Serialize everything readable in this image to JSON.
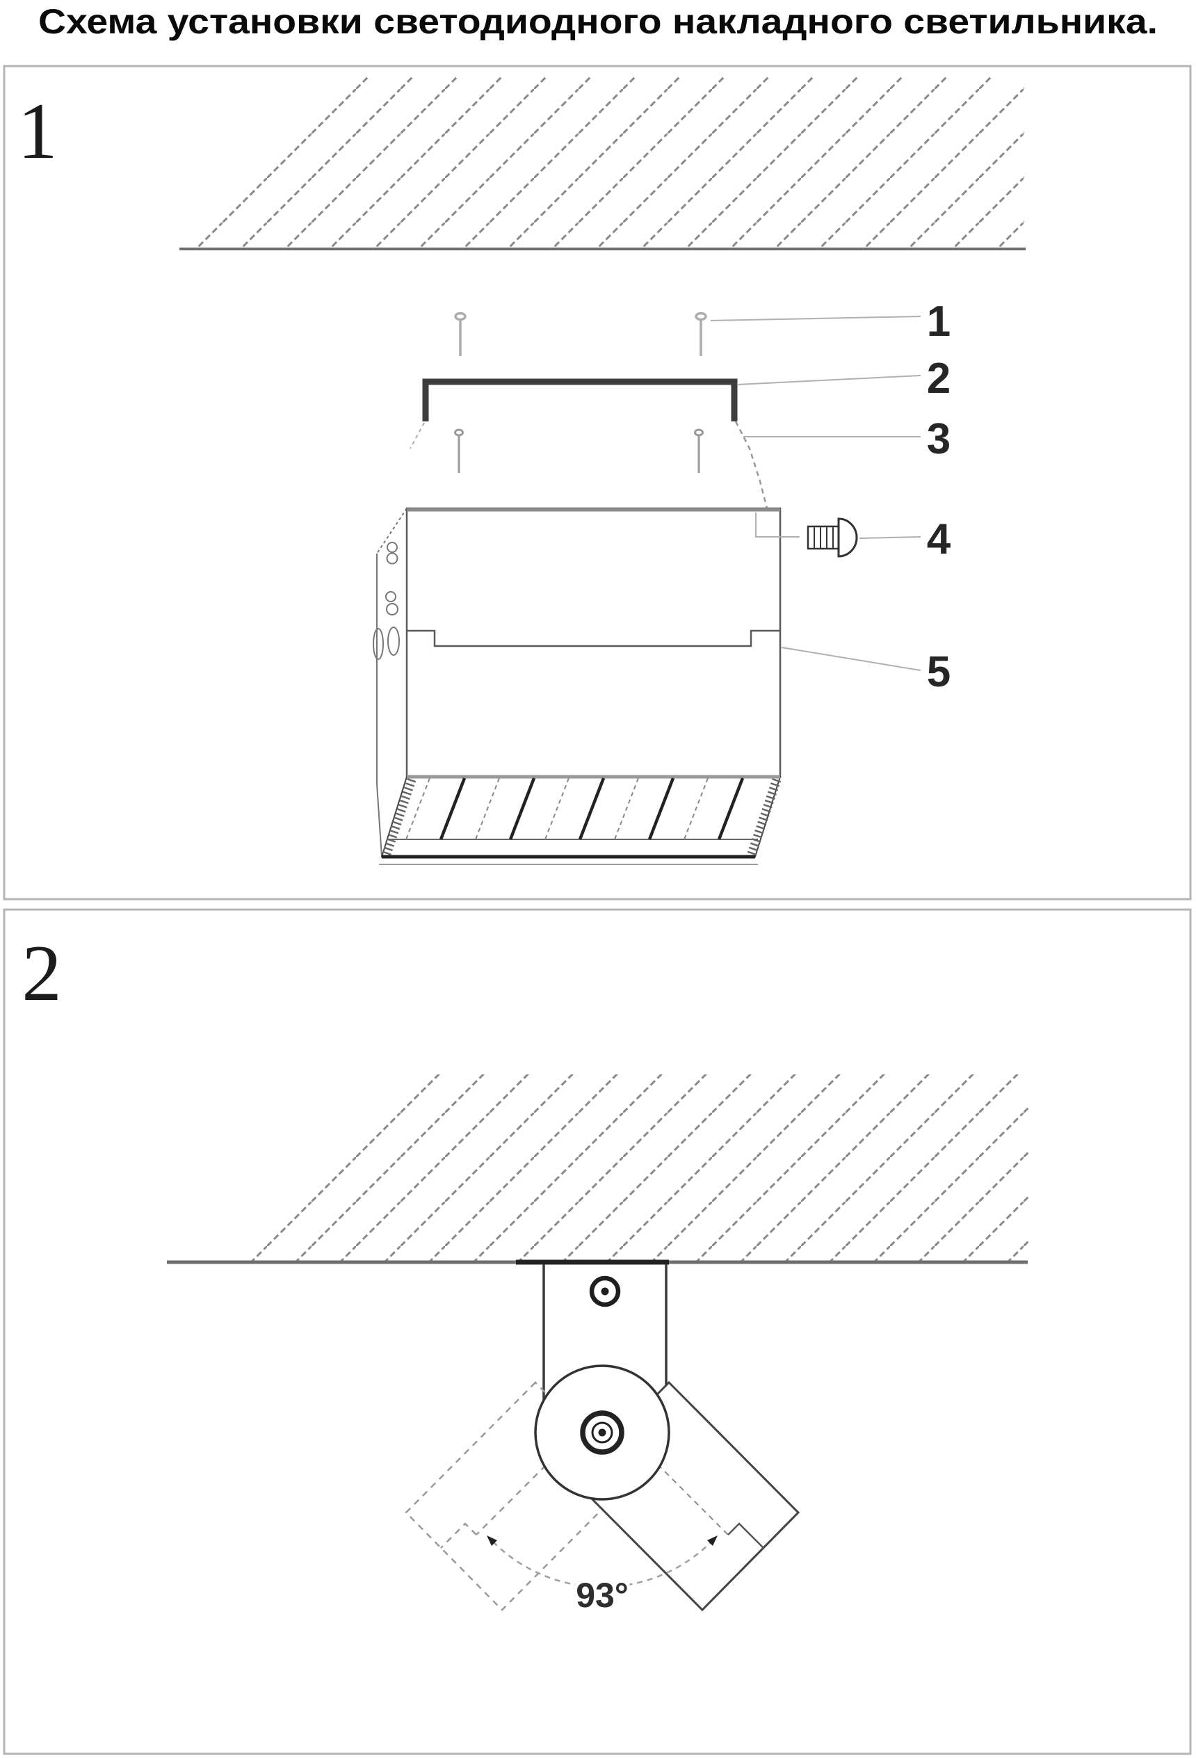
{
  "title": "Схема установки светодиодного накладного светильника.",
  "figures": {
    "fig1": {
      "label": "1",
      "callouts": [
        "1",
        "2",
        "3",
        "4",
        "5"
      ]
    },
    "fig2": {
      "label": "2",
      "angle": "93°"
    }
  },
  "colors": {
    "background": "#ffffff",
    "frame": "#b5b5b5",
    "hatch": "#8a8a8a",
    "line_dark": "#222222",
    "line_mid": "#555555",
    "line_light": "#b0b0b0",
    "text": "#111111"
  }
}
